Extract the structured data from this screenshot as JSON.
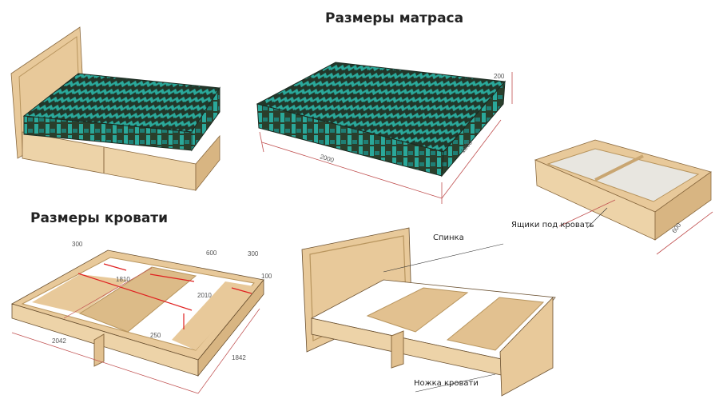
{
  "titles": {
    "mattress": "Размеры матраса",
    "bed": "Размеры кровати"
  },
  "labels": {
    "drawers": "Ящики под кровать",
    "headboard": "Спинка",
    "leg": "Ножка кровати"
  },
  "dimensions": {
    "mattress_length": "2000",
    "mattress_width": "1800",
    "mattress_height": "200",
    "drawer_width": "600",
    "frame_slat_side": "300",
    "frame_slat_center": "600",
    "frame_slat_side_right": "300",
    "frame_inner_width": "1810",
    "frame_inner_length": "2010",
    "frame_height": "100",
    "frame_outer_length": "2042",
    "frame_outer_width": "1842",
    "leg_height": "250"
  },
  "colors": {
    "wood": "#e8c99a",
    "wood_dark": "#c9a672",
    "mattress": "#1e8a80",
    "mattress_dark": "#22372a",
    "dimension_line": "#c05050",
    "accent_arrow": "#e02020"
  }
}
